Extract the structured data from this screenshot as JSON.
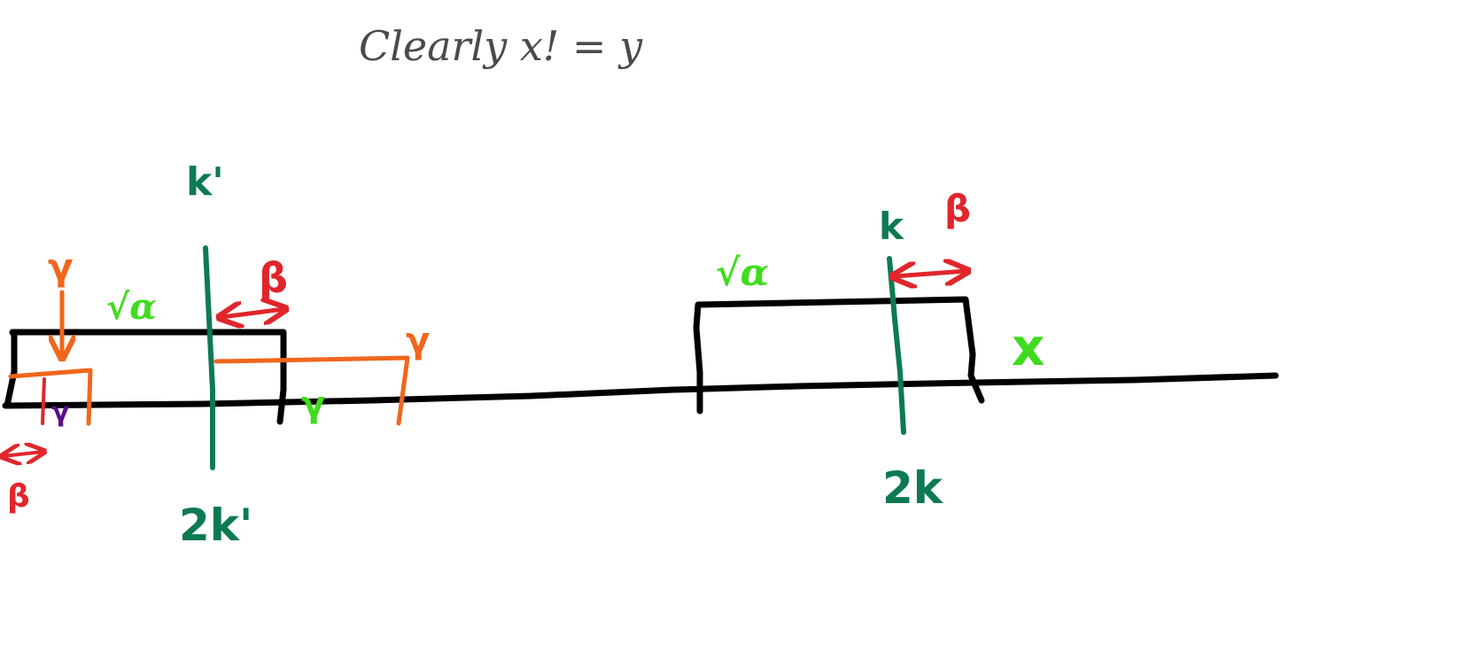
{
  "colors": {
    "ink": "#000000",
    "title": "#4a4a4a",
    "teal": "#0d7a52",
    "red": "#e0262b",
    "orange": "#f0661c",
    "green": "#3fdc1e",
    "purple": "#5a0f8a"
  },
  "title": "Clearly   x! = y",
  "left_block": {
    "kprime_top": "k'",
    "kprime_bottom": "2k'",
    "beta_top": "β",
    "beta_bottom": "β",
    "sqrt_alpha": "√α",
    "gamma_orange_top": "γ",
    "gamma_orange_right": "γ",
    "gamma_green": "γ",
    "gamma_purple": "γ"
  },
  "right_block": {
    "k_top": "k",
    "k_bottom": "2k",
    "beta": "β",
    "sqrt_alpha": "√α",
    "x_label": "x"
  }
}
